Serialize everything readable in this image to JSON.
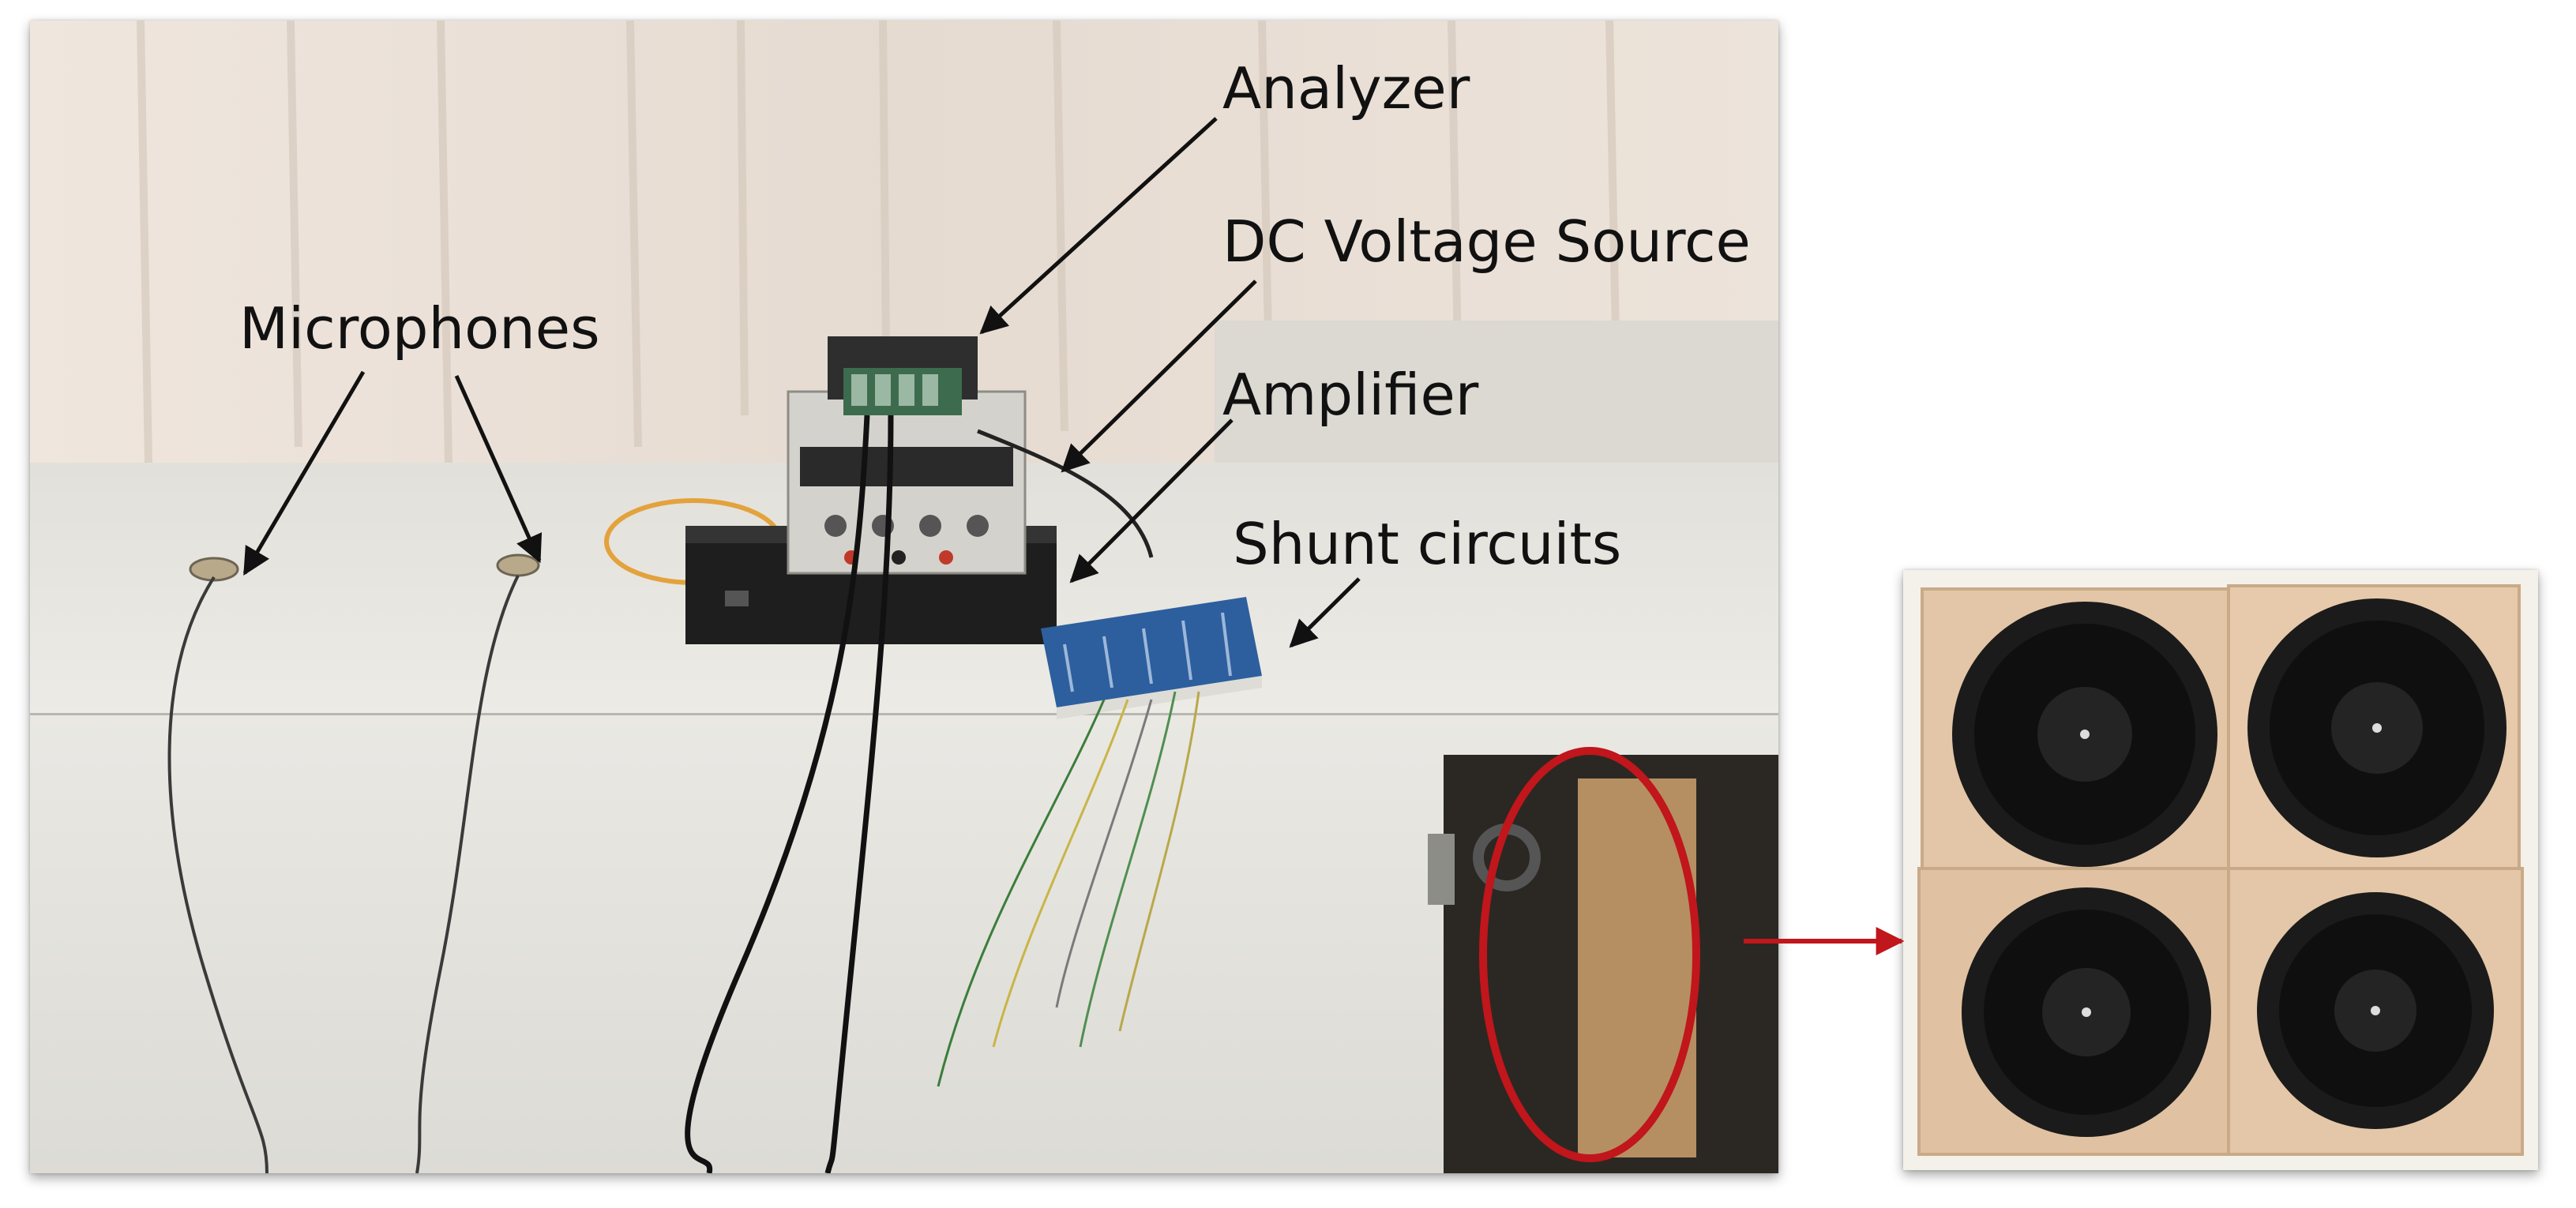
{
  "labels": {
    "microphones": "Microphones",
    "analyzer": "Analyzer",
    "dc_voltage_source": "DC Voltage Source",
    "amplifier": "Amplifier",
    "shunt_circuits": "Shunt circuits"
  },
  "colors": {
    "annotation_text": "#111111",
    "arrow": "#111111",
    "highlight_ellipse": "#c0161c",
    "connector_arrow": "#c0161c",
    "curtain": "#e8ddd4",
    "wall": "#e9e7e1",
    "speaker_box": "#e3c6a7",
    "speaker_cone": "#1a1a1a"
  },
  "icons": [
    "arrow-icon",
    "right-arrow-icon",
    "highlight-ellipse"
  ]
}
